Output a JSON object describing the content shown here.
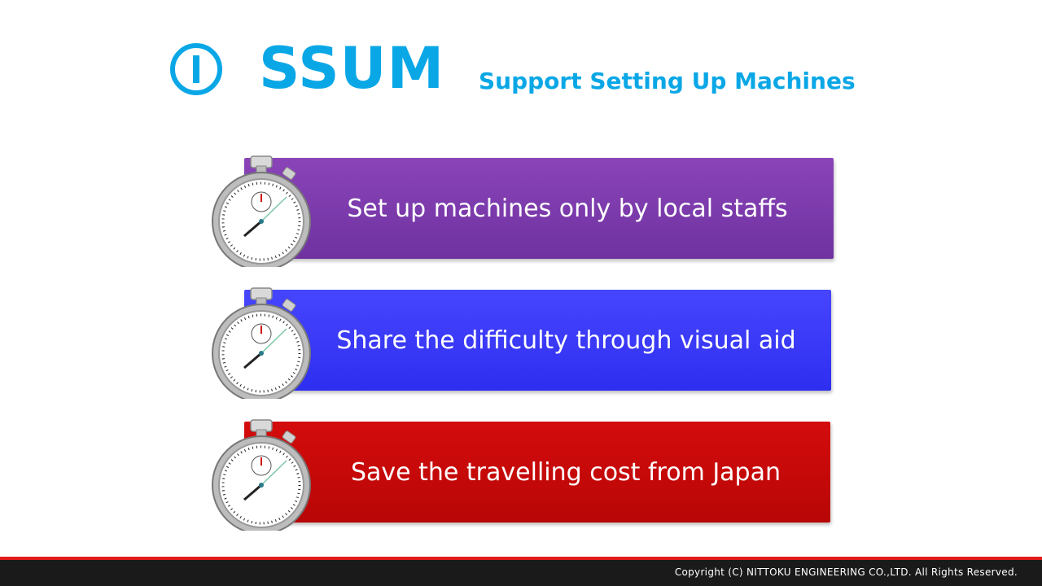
{
  "header": {
    "number_icon": "circled-one-icon",
    "title": "SSUM",
    "subtitle": "Support Setting Up Machines",
    "accent_color": "#0aa7e6"
  },
  "items": [
    {
      "label": "Set up machines only by local staffs",
      "color": "#7a3aa8",
      "icon": "stopwatch-icon"
    },
    {
      "label": "Share the difficulty through visual aid",
      "color": "#3a3aff",
      "icon": "stopwatch-icon"
    },
    {
      "label": "Save the travelling cost from Japan",
      "color": "#c80808",
      "icon": "stopwatch-icon"
    }
  ],
  "footer": {
    "copyright": "Copyright (C) NITTOKU ENGINEERING CO.,LTD. All Rights Reserved.",
    "stripe_color": "#e21b1b"
  }
}
